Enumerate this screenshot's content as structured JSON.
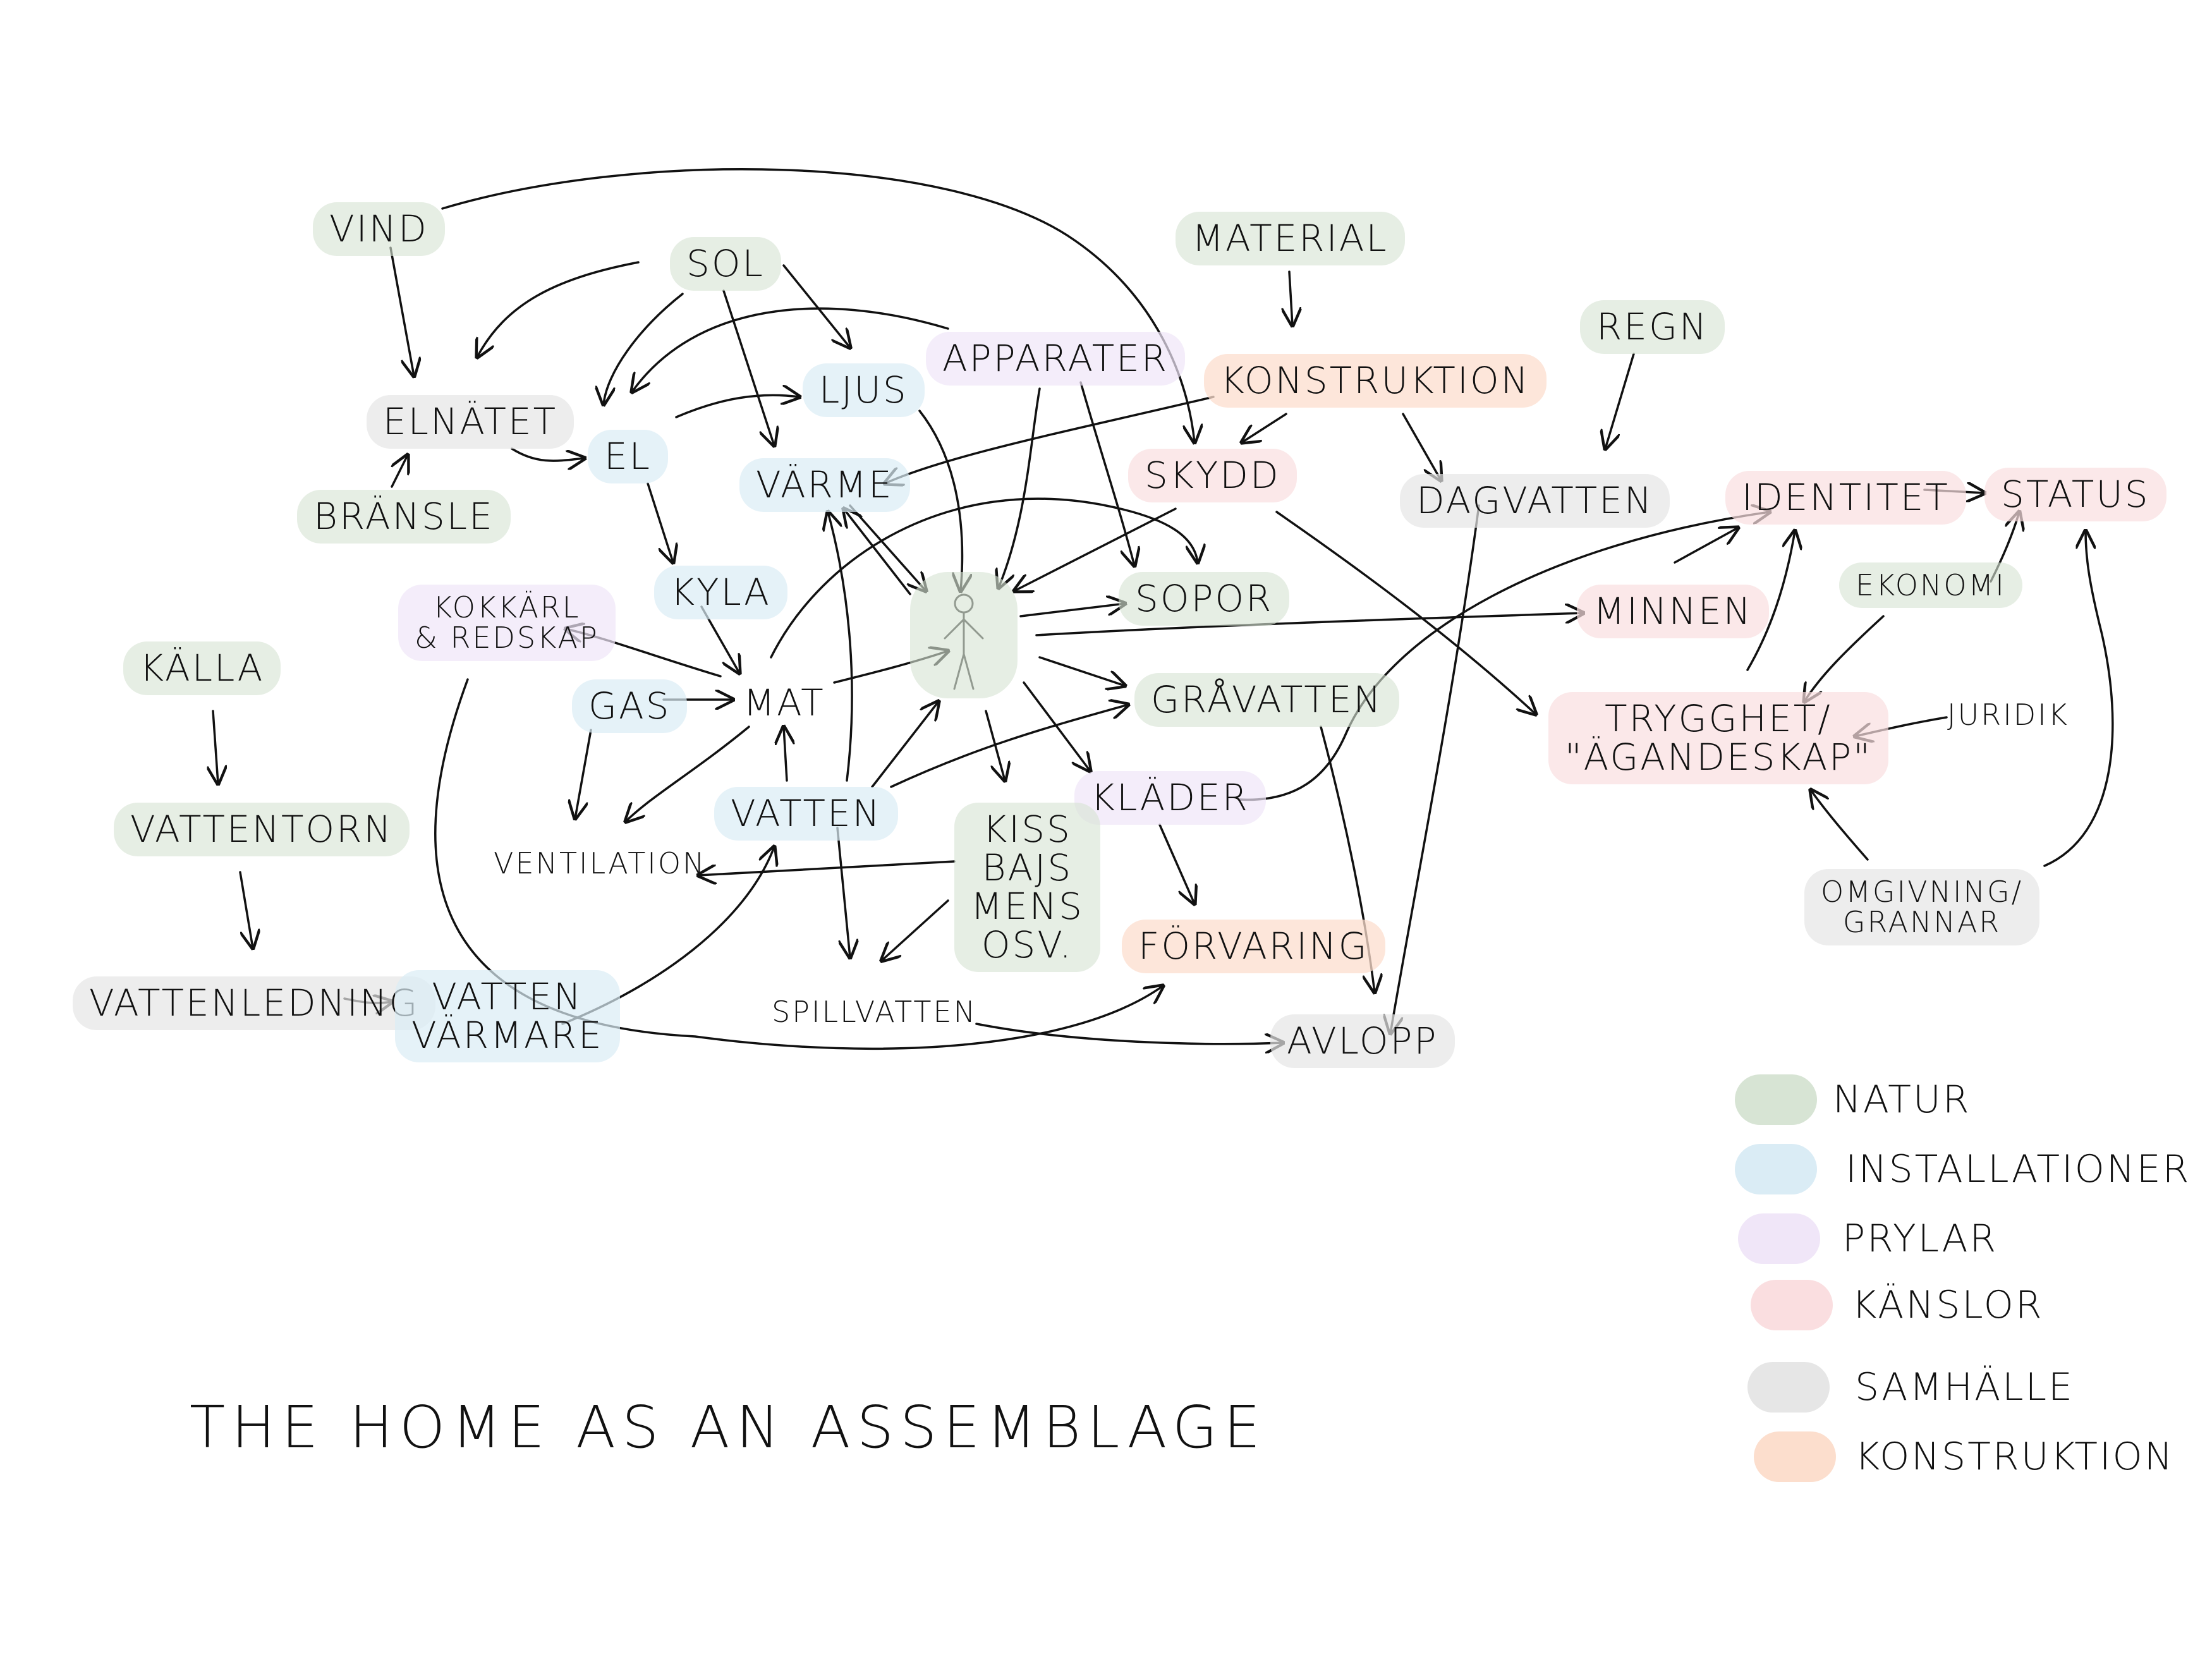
{
  "title": "THE HOME AS AN ASSEMBLAGE",
  "nodes": {
    "vind": "VIND",
    "sol": "SOL",
    "material": "MATERIAL",
    "elnatet": "ELNÄTET",
    "apparater": "APPARATER",
    "konstruktion": "KONSTRUKTION",
    "regn": "REGN",
    "ljus": "LJUS",
    "el": "EL",
    "bransle": "BRÄNSLE",
    "varme": "VÄRME",
    "skydd": "SKYDD",
    "dagvatten": "DAGVATTEN",
    "identitet": "IDENTITET",
    "status": "STATUS",
    "kyla": "KYLA",
    "kokkarl": "KOKKÄRL\n& REDSKAP",
    "sopor": "SOPOR",
    "minnen": "MINNEN",
    "ekonomi": "EKONOMI",
    "kalla": "KÄLLA",
    "gas": "GAS",
    "mat": "MAT",
    "gravatten": "GRÅVATTEN",
    "trygghet": "TRYGGHET/\n\"ÄGANDESKAP\"",
    "juridik": "JURIDIK",
    "vatten": "VATTEN",
    "klader": "KLÄDER",
    "kiss": "KISS\nBAJS\nMENS\nOSV.",
    "vattentorn": "VATTENTORN",
    "ventilation": "VENTILATION",
    "omgivning": "OMGIVNING/\nGRANNAR",
    "forvaring": "FÖRVARING",
    "vattenledning": "VATTENLEDNING",
    "vattenvarmare": "VATTEN\nVÄRMARE",
    "spillvatten": "SPILLVATTEN",
    "avlopp": "AVLOPP"
  },
  "legend": [
    {
      "label": "NATUR",
      "color": "#d7e4d4"
    },
    {
      "label": "INSTALLATIONER",
      "color": "#daecf5"
    },
    {
      "label": "PRYLAR",
      "color": "#f0e6f8"
    },
    {
      "label": "KÄNSLOR",
      "color": "#fadee0"
    },
    {
      "label": "SAMHÄLLE",
      "color": "#e6e6e6"
    },
    {
      "label": "KONSTRUKTION",
      "color": "#fcdecd"
    }
  ]
}
